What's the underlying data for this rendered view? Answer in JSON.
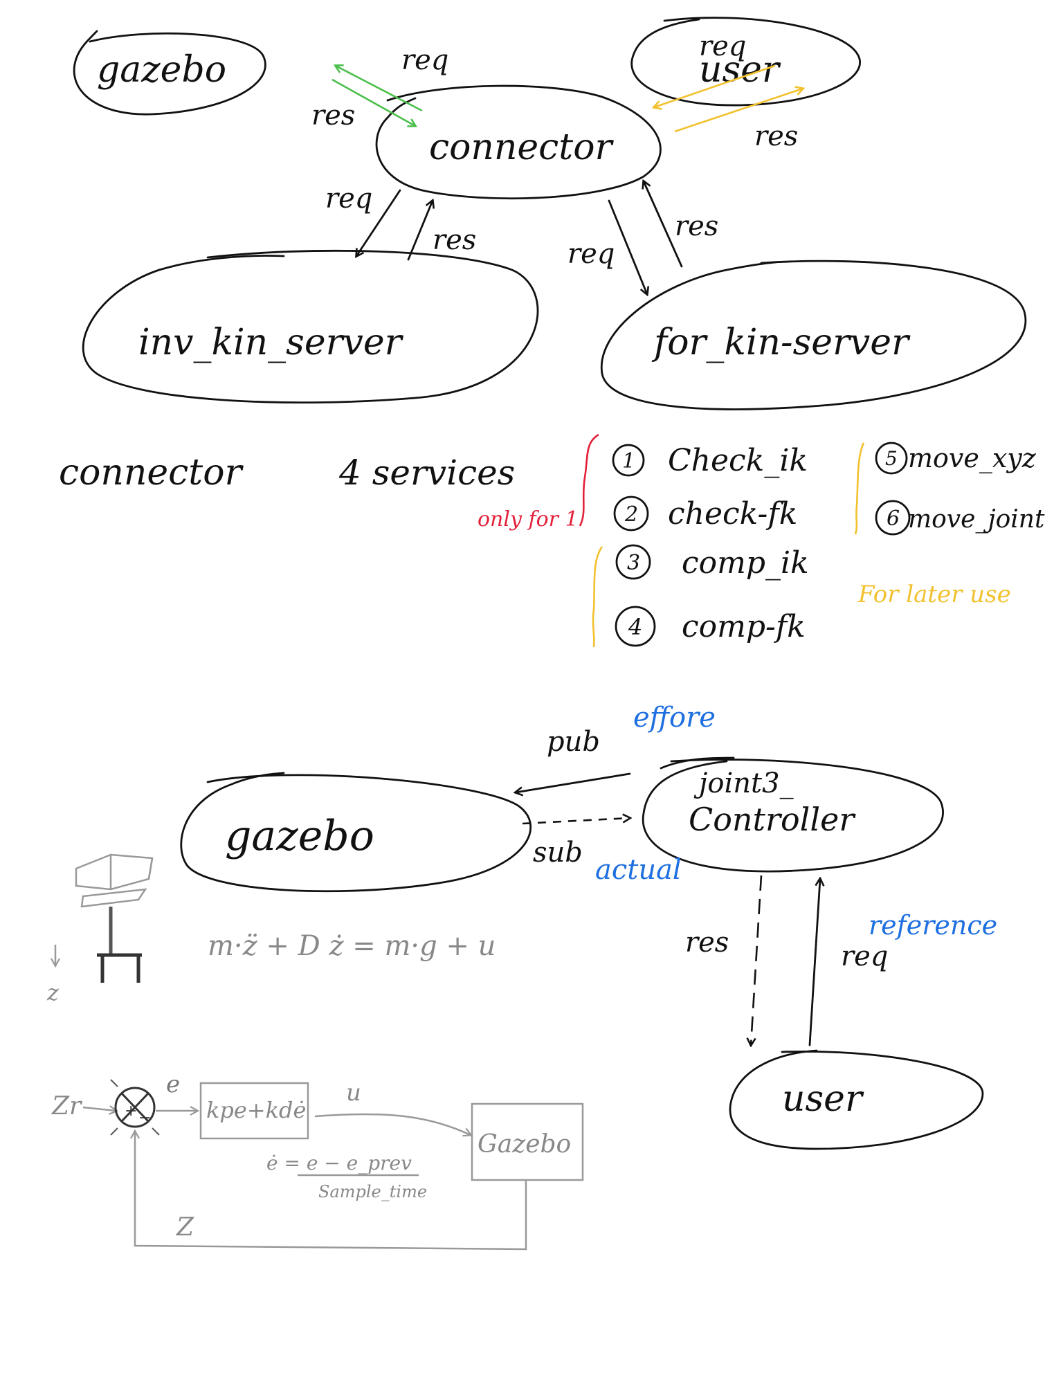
{
  "colors": {
    "ink": "#111111",
    "green": "#4cbf4c",
    "yellow": "#f2c12e",
    "red": "#e3203a",
    "blue": "#1e6fe0",
    "pencil": "#8c8c8c"
  },
  "top_diagram": {
    "nodes": {
      "gazebo": "gazebo",
      "user": "user",
      "connector": "connector",
      "inv_kin": "inv_kin_server",
      "for_kin": "for_kin-server"
    },
    "edges": {
      "gazebo_req": "req",
      "gazebo_res": "res",
      "user_req": "req",
      "user_res": "res",
      "inv_req": "req",
      "inv_res": "res",
      "for_req": "req",
      "for_res": "res"
    }
  },
  "services": {
    "title": "connector",
    "count_label": "4 services",
    "only_note": "only for 1",
    "later_note": "For later use",
    "items": [
      {
        "num": "1",
        "name": "Check_ik"
      },
      {
        "num": "2",
        "name": "check-fk"
      },
      {
        "num": "3",
        "name": "comp_ik"
      },
      {
        "num": "4",
        "name": "comp-fk"
      },
      {
        "num": "5",
        "name": "move_xyz"
      },
      {
        "num": "6",
        "name": "move_joint"
      }
    ]
  },
  "bottom_diagram": {
    "nodes": {
      "gazebo": "gazebo",
      "controller_line1": "joint3_",
      "controller_line2": "Controller",
      "user": "user"
    },
    "edges": {
      "pub": "pub",
      "effort": "effore",
      "sub": "sub",
      "actual": "actual",
      "res": "res",
      "req": "req",
      "reference": "reference"
    }
  },
  "pencil_sketch": {
    "axis_label": "z",
    "equation": "m·z̈ + D ż = m·g + u",
    "block_diagram": {
      "input": "Zr",
      "error": "e",
      "controller": "kpe+kdė",
      "signal_u": "u",
      "plant": "Gazebo",
      "feedback": "Z",
      "derivative_numerator": "ė = e − e_prev",
      "derivative_denominator": "Sample_time"
    }
  }
}
